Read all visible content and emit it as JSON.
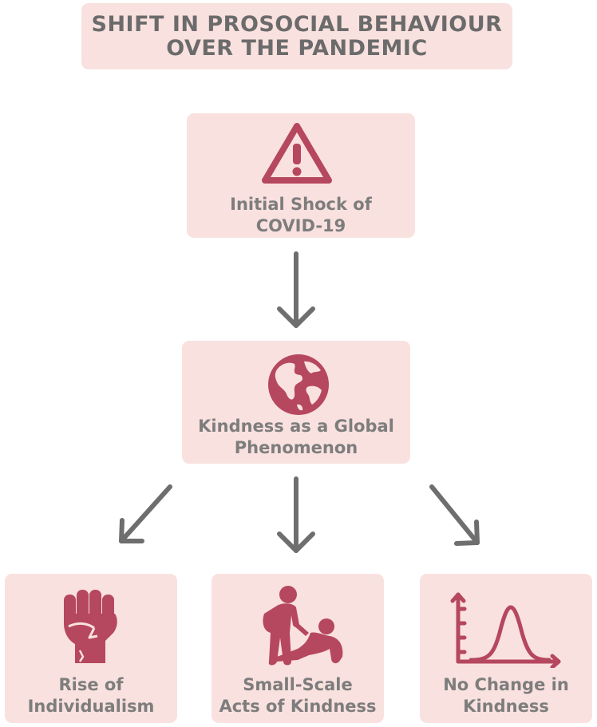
{
  "title": {
    "line1": "SHIFT IN PROSOCIAL BEHAVIOUR",
    "line2": "OVER THE PANDEMIC"
  },
  "nodes": {
    "initial_shock": {
      "line1": "Initial Shock of",
      "line2": "COVID-19",
      "icon": "warning-triangle-icon"
    },
    "global_kindness": {
      "line1": "Kindness as a Global",
      "line2": "Phenomenon",
      "icon": "globe-icon"
    },
    "individualism": {
      "line1": "Rise of",
      "line2": "Individualism",
      "icon": "raised-fist-icon"
    },
    "small_acts": {
      "line1": "Small-Scale",
      "line2": "Acts of Kindness",
      "icon": "helping-hand-icon"
    },
    "no_change": {
      "line1": "No Change in",
      "line2": "Kindness",
      "icon": "bell-curve-icon"
    }
  },
  "colors": {
    "box_fill": "#f9e1df",
    "icon": "#b5475e",
    "text": "#7d7d7d",
    "title_text": "#6b6b6b",
    "arrow": "#6e6e6e"
  }
}
